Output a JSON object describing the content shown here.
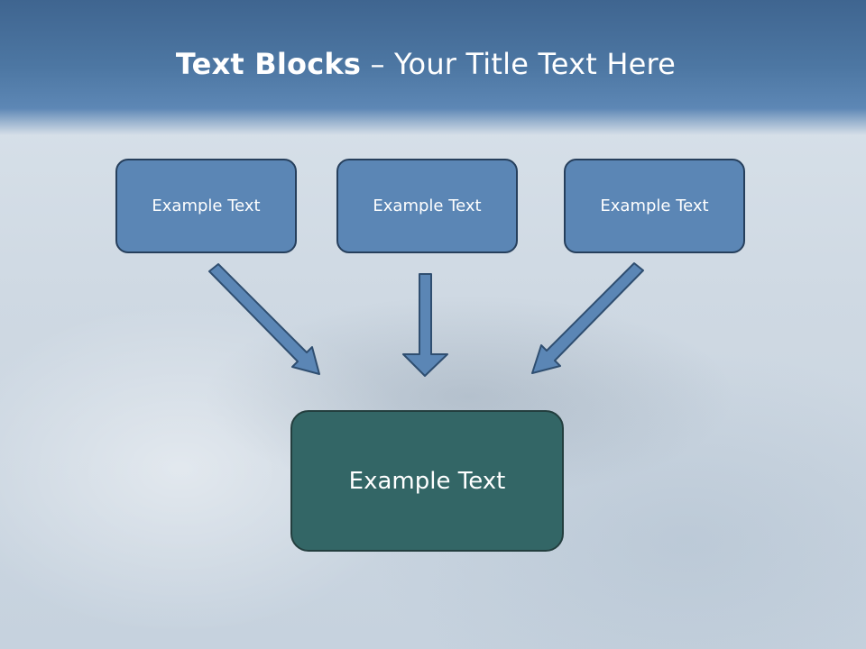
{
  "header": {
    "title_bold": "Text Blocks",
    "title_rest": " – Your Title Text Here"
  },
  "blocks": [
    {
      "label": "Example Text"
    },
    {
      "label": "Example Text"
    },
    {
      "label": "Example Text"
    }
  ],
  "main_block": {
    "label": "Example Text"
  },
  "colors": {
    "header": "#4a72a0",
    "block_fill": "#5b86b5",
    "main_fill": "#336666",
    "arrow_fill": "#5b86b5",
    "arrow_stroke": "#2f4e70"
  }
}
